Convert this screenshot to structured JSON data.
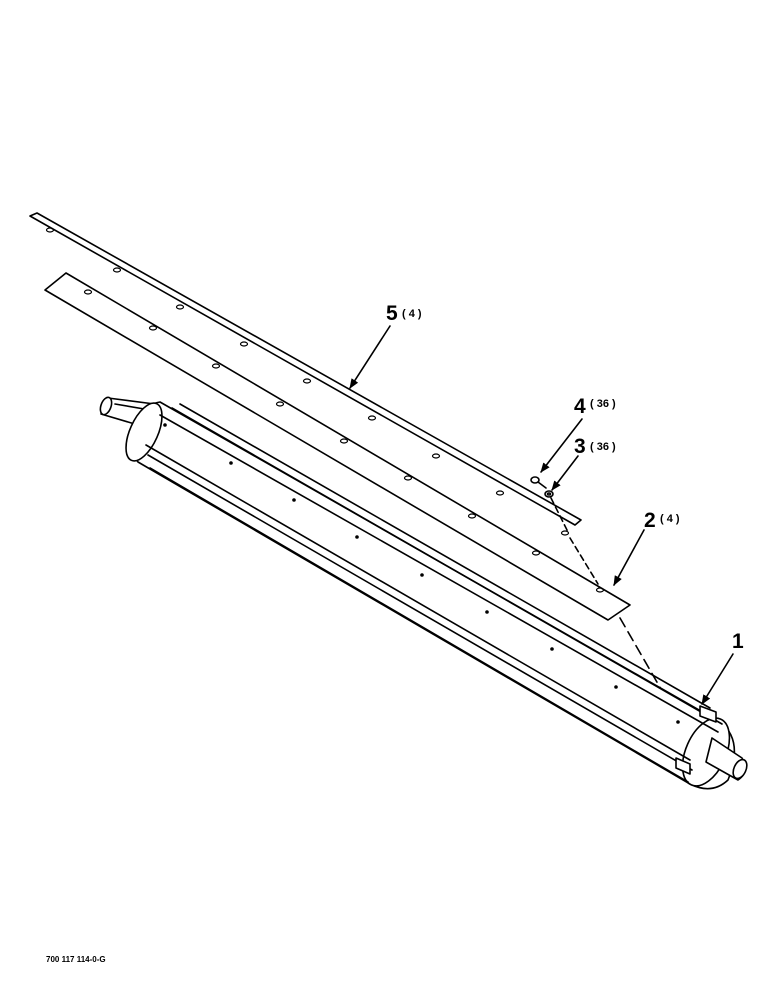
{
  "callouts": [
    {
      "id": "1",
      "number": "1",
      "quantity": ""
    },
    {
      "id": "2",
      "number": "2",
      "quantity": "( 4 )"
    },
    {
      "id": "3",
      "number": "3",
      "quantity": "( 36 )"
    },
    {
      "id": "4",
      "number": "4",
      "quantity": "( 36 )"
    },
    {
      "id": "5",
      "number": "5",
      "quantity": "( 4 )"
    }
  ],
  "drawing_code": "700 117 114-0-G"
}
